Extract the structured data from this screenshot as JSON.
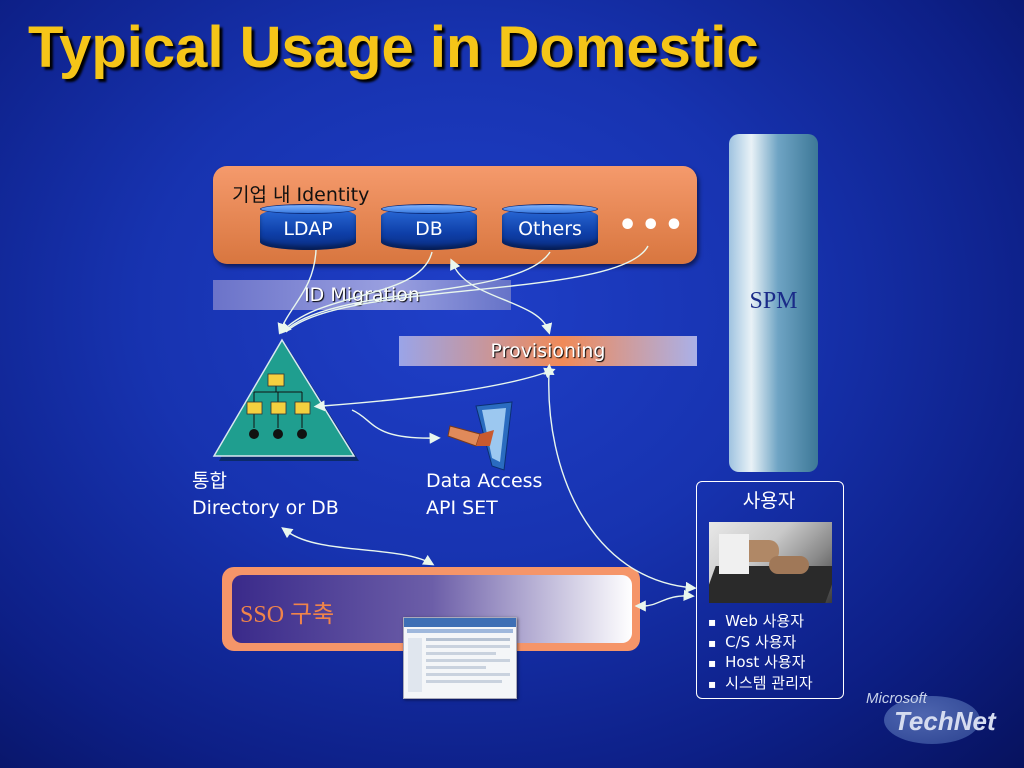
{
  "slide": {
    "title": "Typical Usage in Domestic"
  },
  "identity_box": {
    "label": "기업 내 Identity",
    "sources": [
      "LDAP",
      "DB",
      "Others"
    ],
    "ellipsis": "•••"
  },
  "bands": {
    "id_migration": "ID Migration",
    "provisioning": "Provisioning"
  },
  "spm": {
    "label": "SPM"
  },
  "directory": {
    "line1": "통합",
    "line2": "Directory or DB"
  },
  "data_access": {
    "line1": "Data Access",
    "line2": "API SET"
  },
  "sso": {
    "label": "SSO 구축"
  },
  "users": {
    "title": "사용자",
    "items": [
      "Web 사용자",
      "C/S 사용자",
      "Host 사용자",
      "시스템 관리자"
    ]
  },
  "logo": {
    "top": "Microsoft",
    "bottom": "TechNet"
  },
  "colors": {
    "title": "#f5c518",
    "identity_box": "#e8845a",
    "background": "#1733b0",
    "connector": "#e9f7ee"
  }
}
